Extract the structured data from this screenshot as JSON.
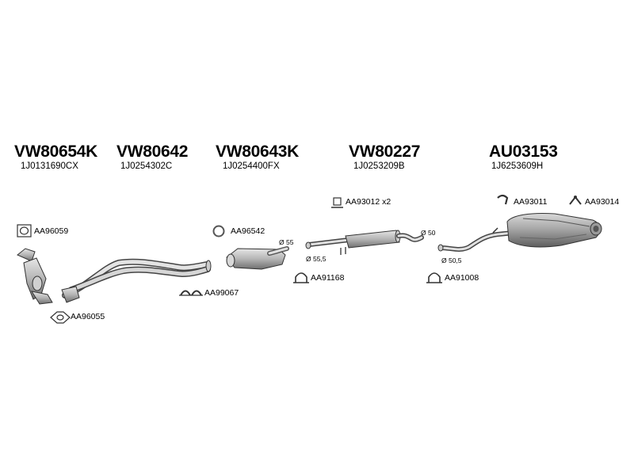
{
  "groups": [
    {
      "part": "VW80654K",
      "oem": "1J0131690CX"
    },
    {
      "part": "VW80642",
      "oem": "1J0254302C"
    },
    {
      "part": "VW80643K",
      "oem": "1J0254400FX"
    },
    {
      "part": "VW80227",
      "oem": "1J0253209B"
    },
    {
      "part": "AU03153",
      "oem": "1J6253609H"
    }
  ],
  "accessories": {
    "gasket_1": "AA96059",
    "gasket_2": "AA96055",
    "ring_1": "AA96542",
    "clamps_1": "AA99067",
    "holder_1": "AA93012 x2",
    "clamp_1": "AA91168",
    "clamp_2": "AA91008",
    "hanger_1": "AA93011",
    "hanger_2": "AA93014"
  },
  "diameters": {
    "d55": "Ø 55",
    "d55_5": "Ø 55,5",
    "d50": "Ø 50",
    "d50_5": "Ø 50,5"
  },
  "colors": {
    "line": "#333333",
    "metal": "#bdbdbd",
    "metal_dark": "#7a7a7a"
  }
}
